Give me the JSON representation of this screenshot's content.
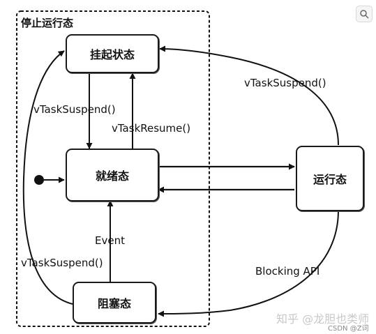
{
  "group": {
    "label": "停止运行态"
  },
  "states": {
    "suspended": "挂起状态",
    "ready": "就绪态",
    "running": "运行态",
    "blocked": "阻塞态"
  },
  "transitions": {
    "running_to_suspended": "vTaskSuspend()",
    "ready_to_suspended": "vTaskSuspend()",
    "suspended_to_ready": "vTaskResume()",
    "blocked_to_ready": "Event",
    "blocked_to_suspended": "vTaskSuspend()",
    "running_to_blocked": "Blocking API"
  },
  "watermark": {
    "main": "知乎 @龙胆也类师",
    "sub": "CSDN @Z词"
  },
  "icons": {
    "corner": "search-image-icon"
  }
}
